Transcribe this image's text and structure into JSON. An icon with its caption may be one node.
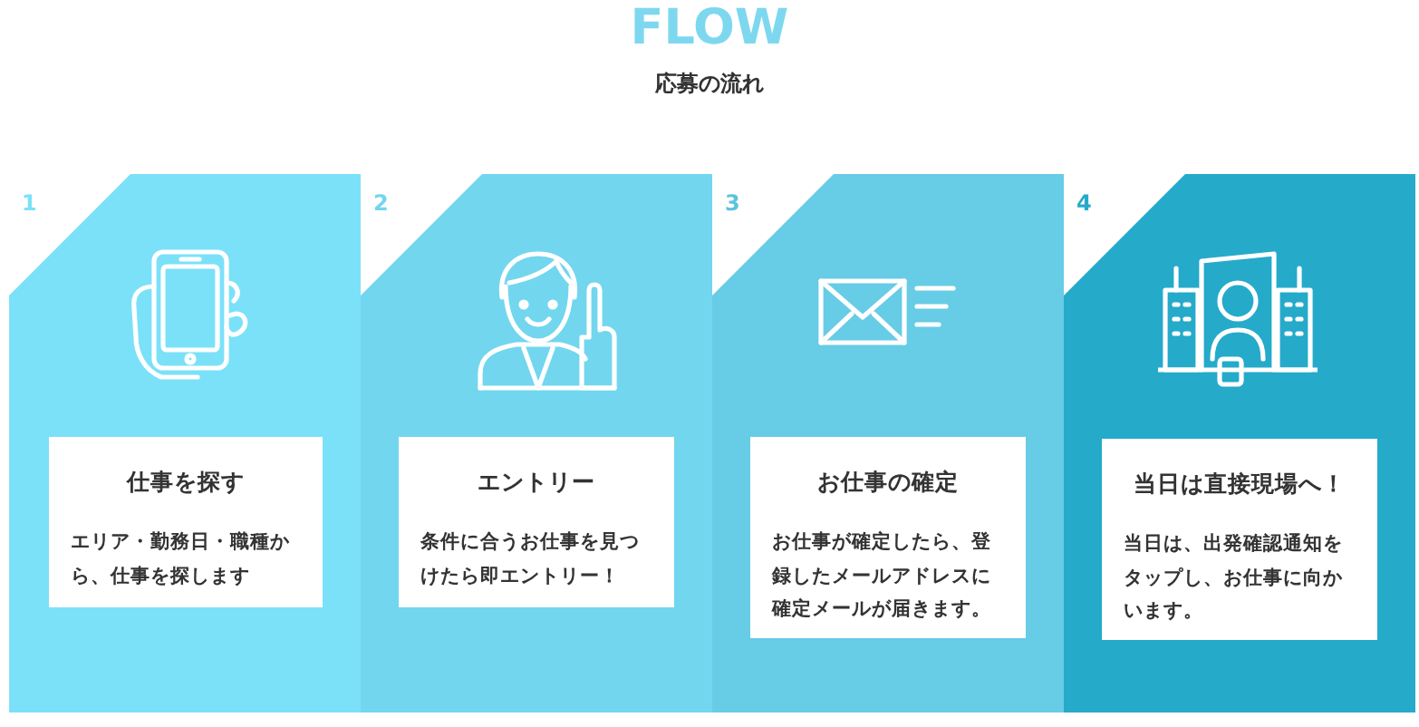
{
  "diagram": {
    "title": "FLOW",
    "caption": "応募の流れ",
    "nodes": [
      {
        "text": [
          "1"
        ]
      },
      {
        "text": [
          "仕事を探す",
          "エリア・勤務日・職種から、仕事を探します"
        ],
        "in": 0
      },
      {
        "text": [
          "2"
        ]
      },
      {
        "text": [
          "エントリー",
          "条件に合うお仕事を見つけたら即エントリー！"
        ],
        "in": 2
      },
      {
        "text": [
          "3"
        ]
      },
      {
        "text": [
          "お仕事の確定",
          "お仕事が確定したら、登録したメールアドレスに確定メールが届きます。"
        ],
        "in": 4
      },
      {
        "text": [
          "4"
        ]
      },
      {
        "text": [
          "当日は直接現場へ！",
          "当日は、出発確認通知をタップし、お仕事に向かいます。"
        ],
        "in": 6
      }
    ]
  }
}
